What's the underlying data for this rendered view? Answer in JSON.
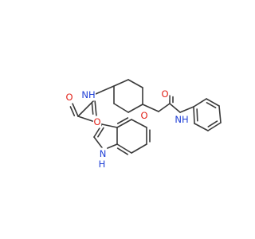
{
  "colors": {
    "carbon_bond": "#3a3a3a",
    "oxygen": "#e2231a",
    "nitrogen": "#1f3fd6",
    "background": "#ffffff"
  },
  "labels": {
    "carbonyl_o_ketone": "O",
    "carbonyl_o_amide": "O",
    "amide_nh": "NH",
    "ester_o": "O",
    "carbamate_carbonyl_o": "O",
    "carbamate_nh": "NH",
    "indole_nh_n": "N",
    "indole_nh_h": "H"
  }
}
